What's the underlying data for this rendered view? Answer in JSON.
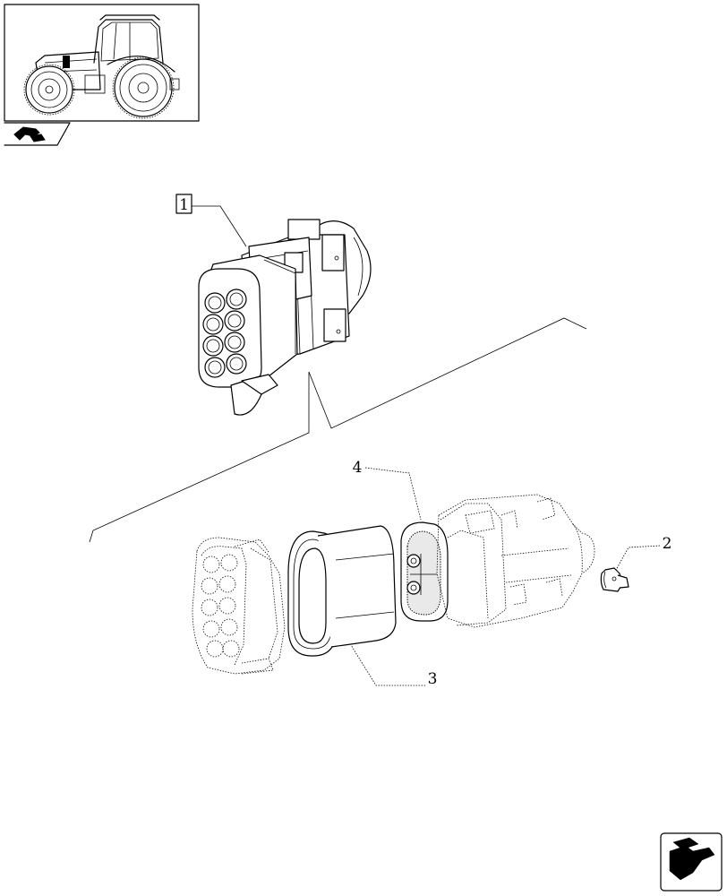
{
  "callouts": {
    "part_1": "1",
    "part_2": "2",
    "part_3": "3",
    "part_4": "4"
  },
  "icons": {
    "thumbnail": "tractor-thumbnail-icon",
    "section_tab": "section-tab-icon",
    "next_page": "next-page-icon"
  },
  "colors": {
    "line": "#000000",
    "background": "#ffffff"
  }
}
